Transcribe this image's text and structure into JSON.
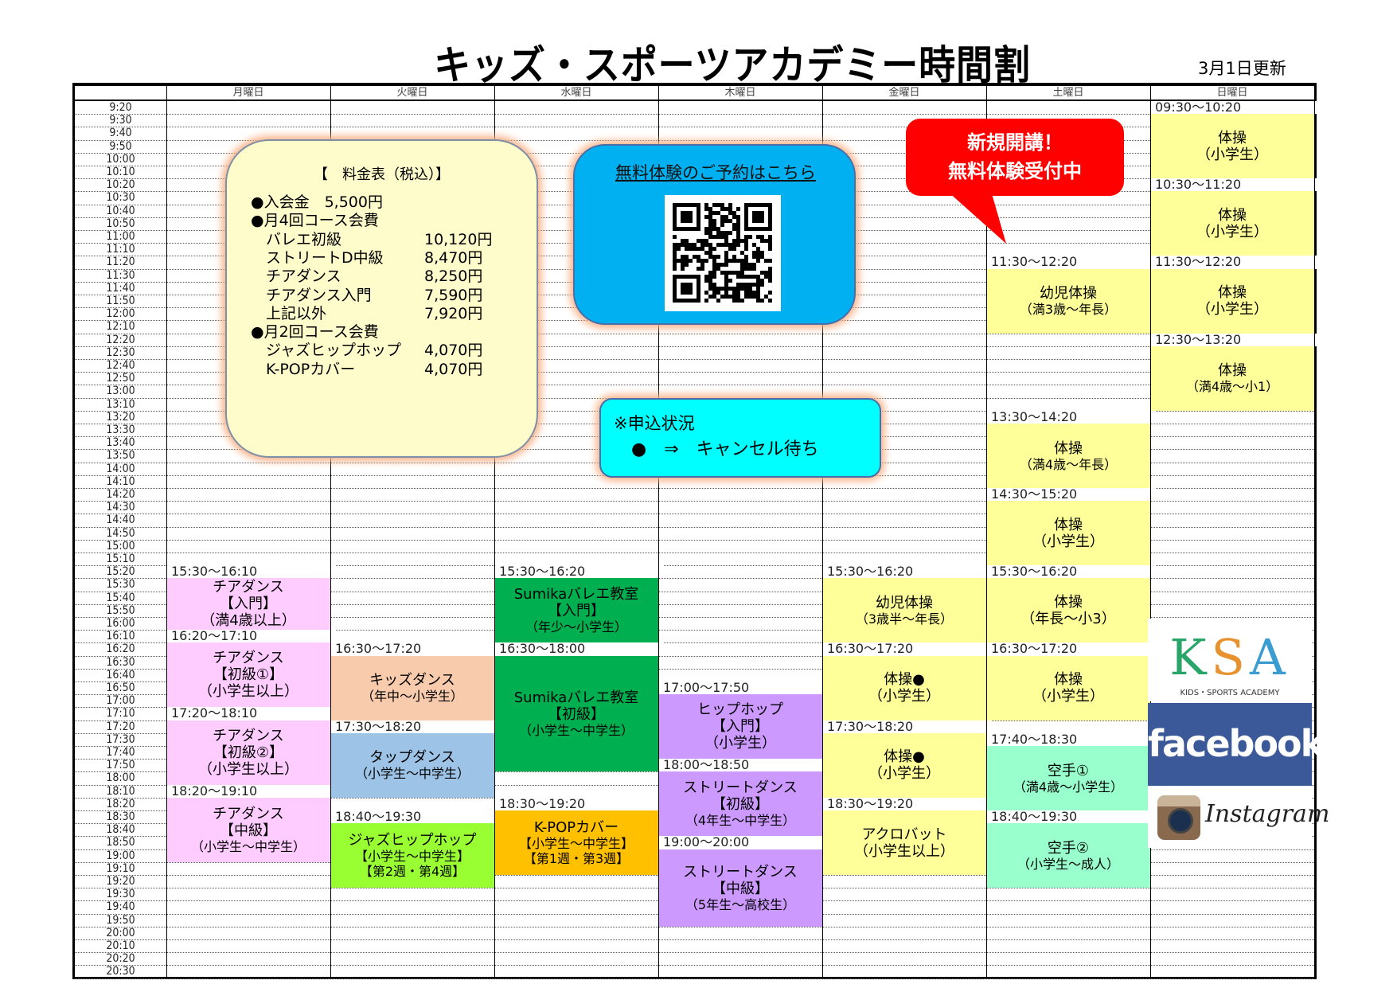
{
  "title": "キッズ・スポーツアカデミー時間割",
  "updated": "3月1日更新",
  "days": [
    "月曜日",
    "火曜日",
    "水曜日",
    "木曜日",
    "金曜日",
    "土曜日",
    "日曜日"
  ],
  "times": [
    "9:20",
    "9:30",
    "9:40",
    "9:50",
    "10:00",
    "10:10",
    "10:20",
    "10:30",
    "10:40",
    "10:50",
    "11:00",
    "11:10",
    "11:20",
    "11:30",
    "11:40",
    "11:50",
    "12:00",
    "12:10",
    "12:20",
    "12:30",
    "12:40",
    "12:50",
    "13:00",
    "13:10",
    "13:20",
    "13:30",
    "13:40",
    "13:50",
    "14:00",
    "14:10",
    "14:20",
    "14:30",
    "14:40",
    "14:50",
    "15:00",
    "15:10",
    "15:20",
    "15:30",
    "15:40",
    "15:50",
    "16:00",
    "16:10",
    "16:20",
    "16:30",
    "16:40",
    "16:50",
    "17:00",
    "17:10",
    "17:20",
    "17:30",
    "17:40",
    "17:50",
    "18:00",
    "18:10",
    "18:20",
    "18:30",
    "18:40",
    "18:50",
    "19:00",
    "19:10",
    "19:20",
    "19:30",
    "19:40",
    "19:50",
    "20:00",
    "20:10",
    "20:20",
    "20:30"
  ],
  "colors": {
    "pink": "#ffccff",
    "peach": "#f8cbad",
    "blue": "#9dc3e6",
    "lime": "#99ff33",
    "green": "#00b050",
    "orange": "#ffc000",
    "purple": "#cc99ff",
    "yellow": "#ffff99",
    "mint": "#99ffcc",
    "red": "#ff0000",
    "qr_blue": "#00b0f0",
    "cyan": "#00ffff"
  },
  "events": [
    {
      "day": 0,
      "start": "15:30",
      "end": "16:10",
      "time": "15:30～16:10",
      "color": "pink",
      "lines": [
        "チアダンス",
        "【入門】",
        "（満4歳以上）"
      ]
    },
    {
      "day": 0,
      "start": "16:20",
      "end": "17:10",
      "time": "16:20～17:10",
      "color": "pink",
      "lines": [
        "チアダンス",
        "【初級①】",
        "（小学生以上）"
      ]
    },
    {
      "day": 0,
      "start": "17:20",
      "end": "18:10",
      "time": "17:20～18:10",
      "color": "pink",
      "lines": [
        "チアダンス",
        "【初級②】",
        "（小学生以上）"
      ]
    },
    {
      "day": 0,
      "start": "18:20",
      "end": "19:10",
      "time": "18:20～19:10",
      "color": "pink",
      "lines": [
        "チアダンス",
        "【中級】",
        "（小学生～中学生）"
      ]
    },
    {
      "day": 1,
      "start": "16:30",
      "end": "17:20",
      "time": "16:30～17:20",
      "color": "peach",
      "lines": [
        "キッズダンス",
        "（年中～小学生）"
      ]
    },
    {
      "day": 1,
      "start": "17:30",
      "end": "18:20",
      "time": "17:30～18:20",
      "color": "blue",
      "lines": [
        "タップダンス",
        "（小学生～中学生）"
      ]
    },
    {
      "day": 1,
      "start": "18:40",
      "end": "19:30",
      "time": "18:40～19:30",
      "color": "lime",
      "lines": [
        "ジャズヒップホップ",
        "【小学生～中学生】",
        "【第2週・第4週】"
      ]
    },
    {
      "day": 2,
      "start": "15:30",
      "end": "16:20",
      "time": "15:30～16:20",
      "color": "green",
      "lines": [
        "Sumikaバレエ教室",
        "【入門】",
        "（年少～小学生）"
      ]
    },
    {
      "day": 2,
      "start": "16:30",
      "end": "18:00",
      "time": "16:30～18:00",
      "color": "green",
      "lines": [
        "Sumikaバレエ教室",
        "【初級】",
        "（小学生～中学生）"
      ]
    },
    {
      "day": 2,
      "start": "18:30",
      "end": "19:20",
      "time": "18:30～19:20",
      "color": "orange",
      "lines": [
        "K-POPカバー",
        "【小学生～中学生】",
        "【第1週・第3週】"
      ]
    },
    {
      "day": 3,
      "start": "17:00",
      "end": "17:50",
      "time": "17:00～17:50",
      "color": "purple",
      "lines": [
        "ヒップホップ",
        "【入門】",
        "（小学生）"
      ]
    },
    {
      "day": 3,
      "start": "18:00",
      "end": "18:50",
      "time": "18:00～18:50",
      "color": "purple",
      "lines": [
        "ストリートダンス",
        "【初級】",
        "（4年生～中学生）"
      ]
    },
    {
      "day": 3,
      "start": "19:00",
      "end": "20:00",
      "time": "19:00～20:00",
      "color": "purple",
      "lines": [
        "ストリートダンス",
        "【中級】",
        "（5年生～高校生）"
      ]
    },
    {
      "day": 4,
      "start": "15:30",
      "end": "16:20",
      "time": "15:30～16:20",
      "color": "yellow",
      "lines": [
        "幼児体操",
        "（3歳半～年長）"
      ]
    },
    {
      "day": 4,
      "start": "16:30",
      "end": "17:20",
      "time": "16:30～17:20",
      "color": "yellow",
      "lines": [
        "体操●",
        "（小学生）"
      ]
    },
    {
      "day": 4,
      "start": "17:30",
      "end": "18:20",
      "time": "17:30～18:20",
      "color": "yellow",
      "lines": [
        "体操●",
        "（小学生）"
      ]
    },
    {
      "day": 4,
      "start": "18:30",
      "end": "19:20",
      "time": "18:30～19:20",
      "color": "yellow",
      "lines": [
        "アクロバット",
        "（小学生以上）"
      ]
    },
    {
      "day": 5,
      "start": "11:30",
      "end": "12:20",
      "time": "11:30～12:20",
      "color": "yellow",
      "lines": [
        "幼児体操",
        "（満3歳～年長）"
      ]
    },
    {
      "day": 5,
      "start": "13:30",
      "end": "14:20",
      "time": "13:30～14:20",
      "color": "yellow",
      "lines": [
        "体操",
        "（満4歳～年長）"
      ]
    },
    {
      "day": 5,
      "start": "14:30",
      "end": "15:20",
      "time": "14:30～15:20",
      "color": "yellow",
      "lines": [
        "体操",
        "（小学生）"
      ]
    },
    {
      "day": 5,
      "start": "15:30",
      "end": "16:20",
      "time": "15:30～16:20",
      "color": "yellow",
      "lines": [
        "体操",
        "（年長～小3）"
      ]
    },
    {
      "day": 5,
      "start": "16:30",
      "end": "17:20",
      "time": "16:30～17:20",
      "color": "yellow",
      "lines": [
        "体操",
        "（小学生）"
      ]
    },
    {
      "day": 5,
      "start": "17:40",
      "end": "18:30",
      "time": "17:40～18:30",
      "color": "mint",
      "lines": [
        "空手①",
        "（満4歳～小学生）"
      ]
    },
    {
      "day": 5,
      "start": "18:40",
      "end": "19:30",
      "time": "18:40～19:30",
      "color": "mint",
      "lines": [
        "空手②",
        "（小学生～成人）"
      ]
    },
    {
      "day": 6,
      "start": "09:30",
      "end": "10:20",
      "time": "09:30～10:20",
      "color": "yellow",
      "lines": [
        "体操",
        "（小学生）"
      ]
    },
    {
      "day": 6,
      "start": "10:30",
      "end": "11:20",
      "time": "10:30～11:20",
      "color": "yellow",
      "lines": [
        "体操",
        "（小学生）"
      ]
    },
    {
      "day": 6,
      "start": "11:30",
      "end": "12:20",
      "time": "11:30～12:20",
      "color": "yellow",
      "lines": [
        "体操",
        "（小学生）"
      ]
    },
    {
      "day": 6,
      "start": "12:30",
      "end": "13:20",
      "time": "12:30～13:20",
      "color": "yellow",
      "lines": [
        "体操",
        "（満4歳～小1）"
      ]
    }
  ],
  "fees": {
    "title": "【　料金表（税込）】",
    "rows": [
      {
        "label": "●入会金　5,500円",
        "amount": ""
      },
      {
        "label": "●月4回コース会費",
        "amount": ""
      },
      {
        "label": "　バレエ初級",
        "amount": "10,120円"
      },
      {
        "label": "　ストリートD中級",
        "amount": "8,470円"
      },
      {
        "label": "　チアダンス",
        "amount": "8,250円"
      },
      {
        "label": "　チアダンス入門",
        "amount": "7,590円"
      },
      {
        "label": "　上記以外",
        "amount": "7,920円"
      },
      {
        "label": "●月2回コース会費",
        "amount": ""
      },
      {
        "label": "　ジャズヒップホップ",
        "amount": "4,070円"
      },
      {
        "label": "　K-POPカバー",
        "amount": "4,070円"
      }
    ]
  },
  "trial": {
    "link": "無料体験のご予約はこちら"
  },
  "status": {
    "title": "※申込状況",
    "line": "●　⇒　キャンセル待ち"
  },
  "callout": {
    "line1": "新規開講！",
    "line2": "無料体験受付中"
  },
  "logos": {
    "ksa": "KSA",
    "ksa_sub": "KIDS・SPORTS ACADEMY",
    "facebook": "facebook",
    "instagram": "Instagram"
  }
}
